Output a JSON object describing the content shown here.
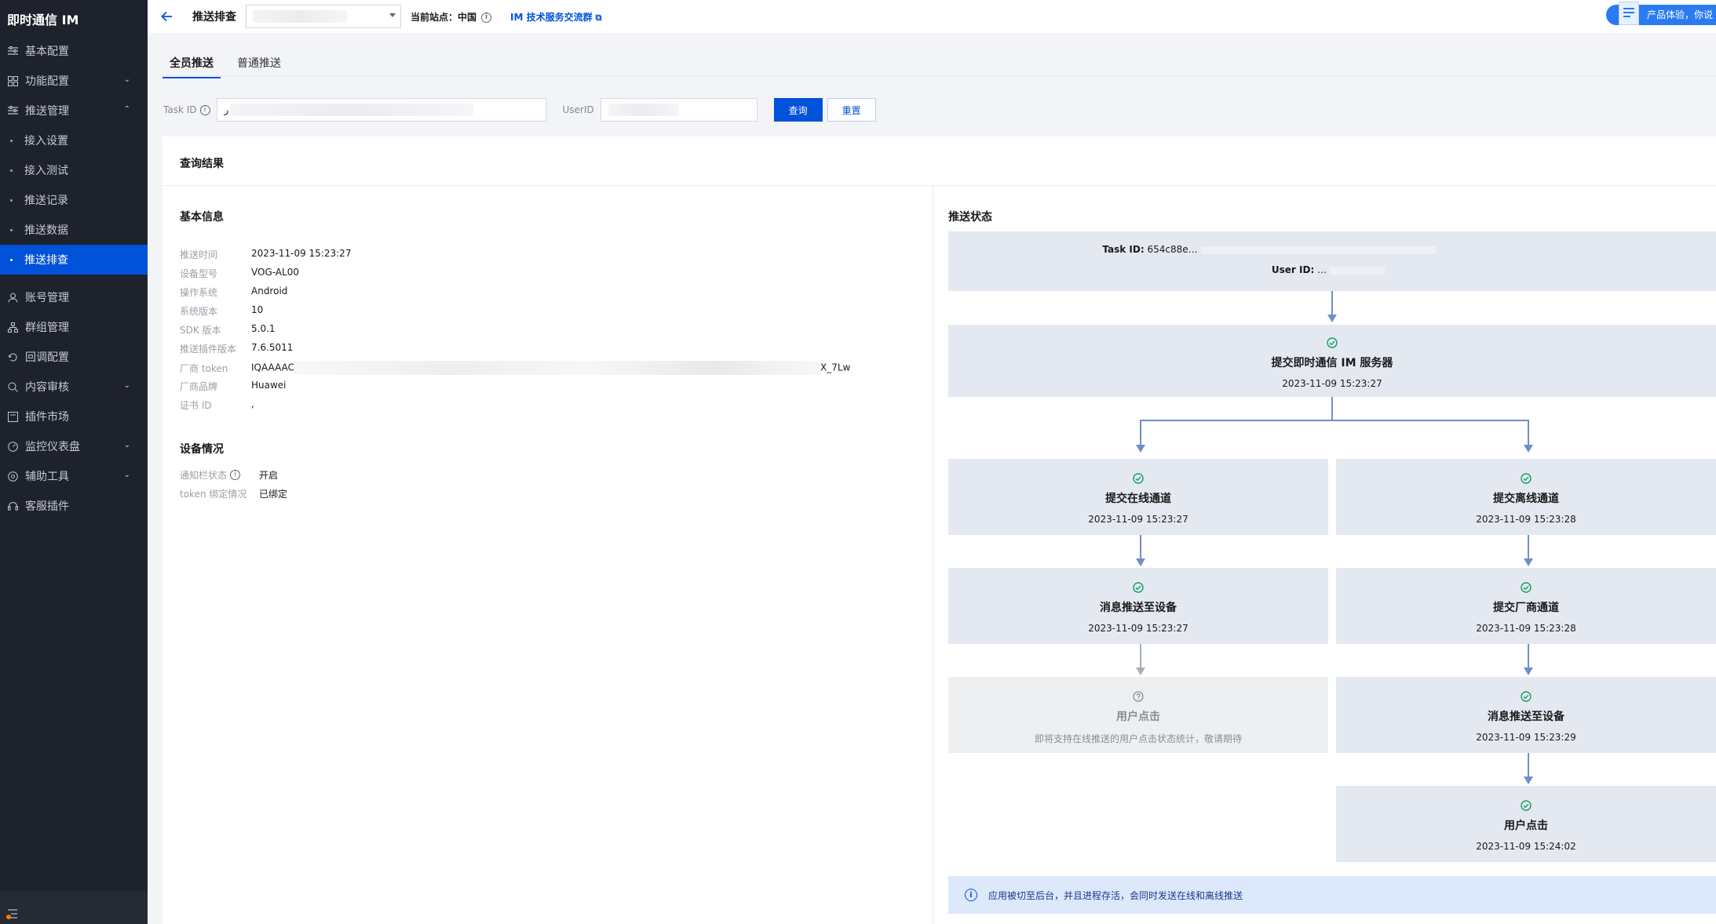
{
  "sidebar": {
    "brand": "即时通信 IM",
    "items": [
      {
        "label": "基本配置",
        "icon": "sliders-icon"
      },
      {
        "label": "功能配置",
        "icon": "grid-icon"
      },
      {
        "label": "推送管理",
        "icon": "sliders-icon"
      },
      {
        "label": "接入设置"
      },
      {
        "label": "接入测试"
      },
      {
        "label": "推送记录"
      },
      {
        "label": "推送数据"
      },
      {
        "label": "推送排查"
      },
      {
        "label": "账号管理",
        "icon": "user-icon"
      },
      {
        "label": "群组管理",
        "icon": "org-icon"
      },
      {
        "label": "回调配置",
        "icon": "callback-icon"
      },
      {
        "label": "内容审核",
        "icon": "search-doc-icon"
      },
      {
        "label": "插件市场",
        "icon": "plugin-icon"
      },
      {
        "label": "监控仪表盘",
        "icon": "gauge-icon"
      },
      {
        "label": "辅助工具",
        "icon": "tool-icon"
      },
      {
        "label": "客服插件",
        "icon": "headset-icon"
      }
    ]
  },
  "header": {
    "title": "推送排查",
    "site_label": "当前站点：中国",
    "im_link": "IM 技术服务交流群",
    "feedback": "产品体验，你说"
  },
  "tabs": [
    {
      "label": "全员推送",
      "active": true
    },
    {
      "label": "普通推送",
      "active": false
    }
  ],
  "filter": {
    "task_id_label": "Task ID",
    "task_id_value": "ر",
    "user_id_label": "UserID",
    "query_button": "查询",
    "reset_button": "重置"
  },
  "result": {
    "title": "查询结果",
    "basic_info_title": "基本信息",
    "basic_info": [
      {
        "key": "推送时间",
        "value": "2023-11-09 15:23:27"
      },
      {
        "key": "设备型号",
        "value": "VOG-AL00"
      },
      {
        "key": "操作系统",
        "value": "Android"
      },
      {
        "key": "系统版本",
        "value": "10"
      },
      {
        "key": "SDK 版本",
        "value": "5.0.1"
      },
      {
        "key": "推送插件版本",
        "value": "7.6.5011"
      },
      {
        "key": "厂商 token",
        "value": "IQAAAAC",
        "value_end": "X_7Lw"
      },
      {
        "key": "厂商品牌",
        "value": "Huawei"
      },
      {
        "key": "证书 ID",
        "value": "    ,"
      }
    ],
    "device_title": "设备情况",
    "device": [
      {
        "key": "通知栏状态",
        "value": "开启"
      },
      {
        "key": "token 绑定情况",
        "value": "已绑定"
      }
    ],
    "push_status_title": "推送状态",
    "flow": {
      "task_id_label": "Task ID:",
      "task_id_value": "654c88e…",
      "user_id_label": "User ID:",
      "user_id_value": "…",
      "server": {
        "title": "提交即时通信 IM 服务器",
        "time": "2023-11-09 15:23:27"
      },
      "online": {
        "title": "提交在线通道",
        "time": "2023-11-09 15:23:27"
      },
      "offline": {
        "title": "提交离线通道",
        "time": "2023-11-09 15:23:28"
      },
      "online_device": {
        "title": "消息推送至设备",
        "time": "2023-11-09 15:23:27"
      },
      "vendor": {
        "title": "提交厂商通道",
        "time": "2023-11-09 15:23:28"
      },
      "online_click": {
        "title": "用户点击",
        "time": "即将支持在线推送的用户点击状态统计，敬请期待"
      },
      "offline_device": {
        "title": "消息推送至设备",
        "time": "2023-11-09 15:23:29"
      },
      "offline_click": {
        "title": "用户点击",
        "time": "2023-11-09 15:24:02"
      }
    },
    "notice": "应用被切至后台，并且进程存活，会同时发送在线和离线推送"
  }
}
